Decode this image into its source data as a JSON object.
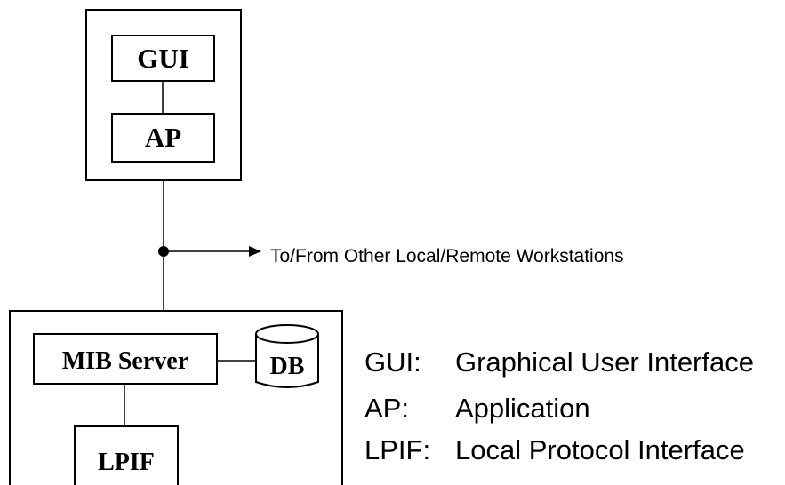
{
  "workstation": {
    "gui_label": "GUI",
    "ap_label": "AP"
  },
  "connection": {
    "label": "To/From Other Local/Remote Workstations"
  },
  "server_node": {
    "mib_server_label": "MIB Server",
    "db_label": "DB",
    "lpif_label": "LPIF"
  },
  "legend": {
    "items": [
      {
        "abbr": "GUI:",
        "meaning": "Graphical User Interface"
      },
      {
        "abbr": "AP:",
        "meaning": "Application"
      },
      {
        "abbr": "LPIF:",
        "meaning": "Local Protocol Interface"
      }
    ]
  }
}
